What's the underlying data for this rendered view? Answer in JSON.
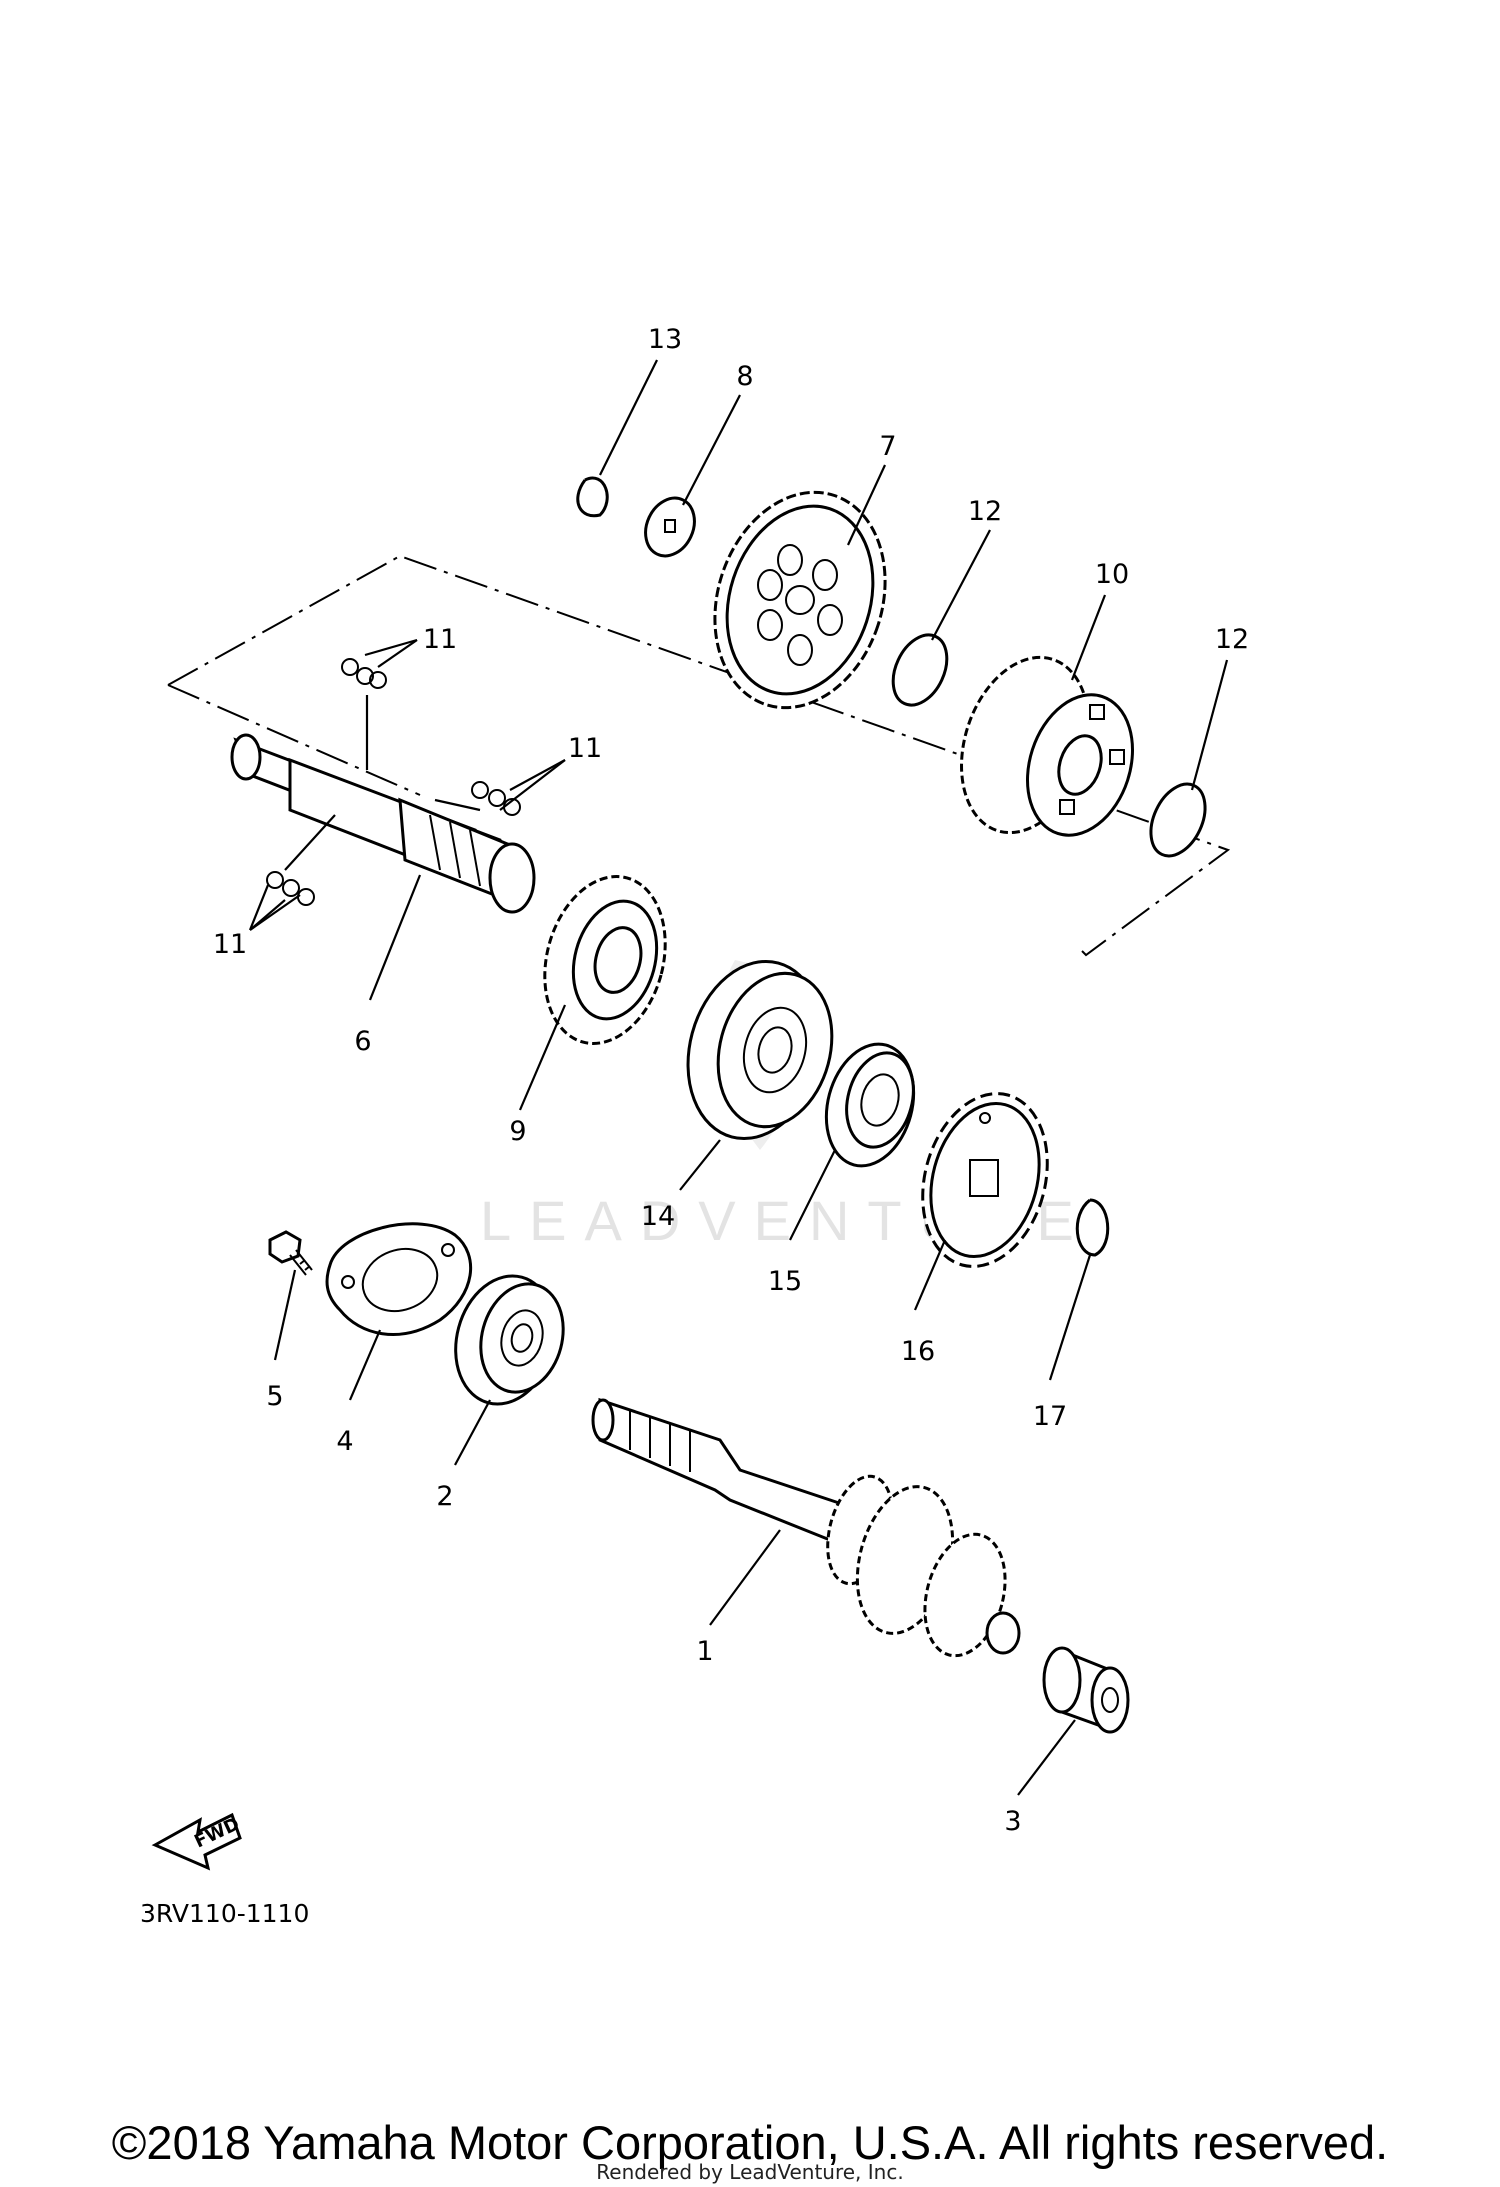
{
  "diagram": {
    "callouts": [
      "1",
      "2",
      "3",
      "4",
      "5",
      "6",
      "7",
      "8",
      "9",
      "10",
      "11",
      "12",
      "13",
      "14",
      "15",
      "16",
      "17"
    ],
    "fwd_label": "FWD",
    "diagram_code": "3RV110-1110",
    "watermark": "LEADVENTURE"
  },
  "footer": {
    "copyright": "©2018 Yamaha Motor Corporation, U.S.A. All rights reserved.",
    "rendered_by": "Rendered by LeadVenture, Inc."
  }
}
